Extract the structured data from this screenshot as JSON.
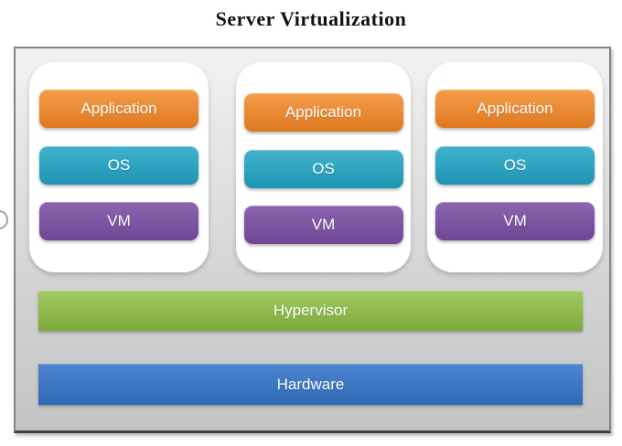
{
  "title": "Server Virtualization",
  "stacks": [
    {
      "application": "Application",
      "os": "OS",
      "vm": "VM"
    },
    {
      "application": "Application",
      "os": "OS",
      "vm": "VM"
    },
    {
      "application": "Application",
      "os": "OS",
      "vm": "VM"
    }
  ],
  "hypervisor_label": "Hypervisor",
  "hardware_label": "Hardware",
  "palette": {
    "application": {
      "top": "#F59D4B",
      "bottom": "#DE781F"
    },
    "os": {
      "top": "#41B2CC",
      "bottom": "#1E95B3"
    },
    "vm": {
      "top": "#8B65AF",
      "bottom": "#6F4795"
    },
    "hypervisor": {
      "top": "#A3CB63",
      "bottom": "#7CA93B"
    },
    "hardware": {
      "top": "#4E86CE",
      "bottom": "#2F68B5"
    },
    "box_border": "#838383",
    "box_bg_top": "#F3F2F1",
    "box_bg_bottom": "#C3C5C4"
  }
}
